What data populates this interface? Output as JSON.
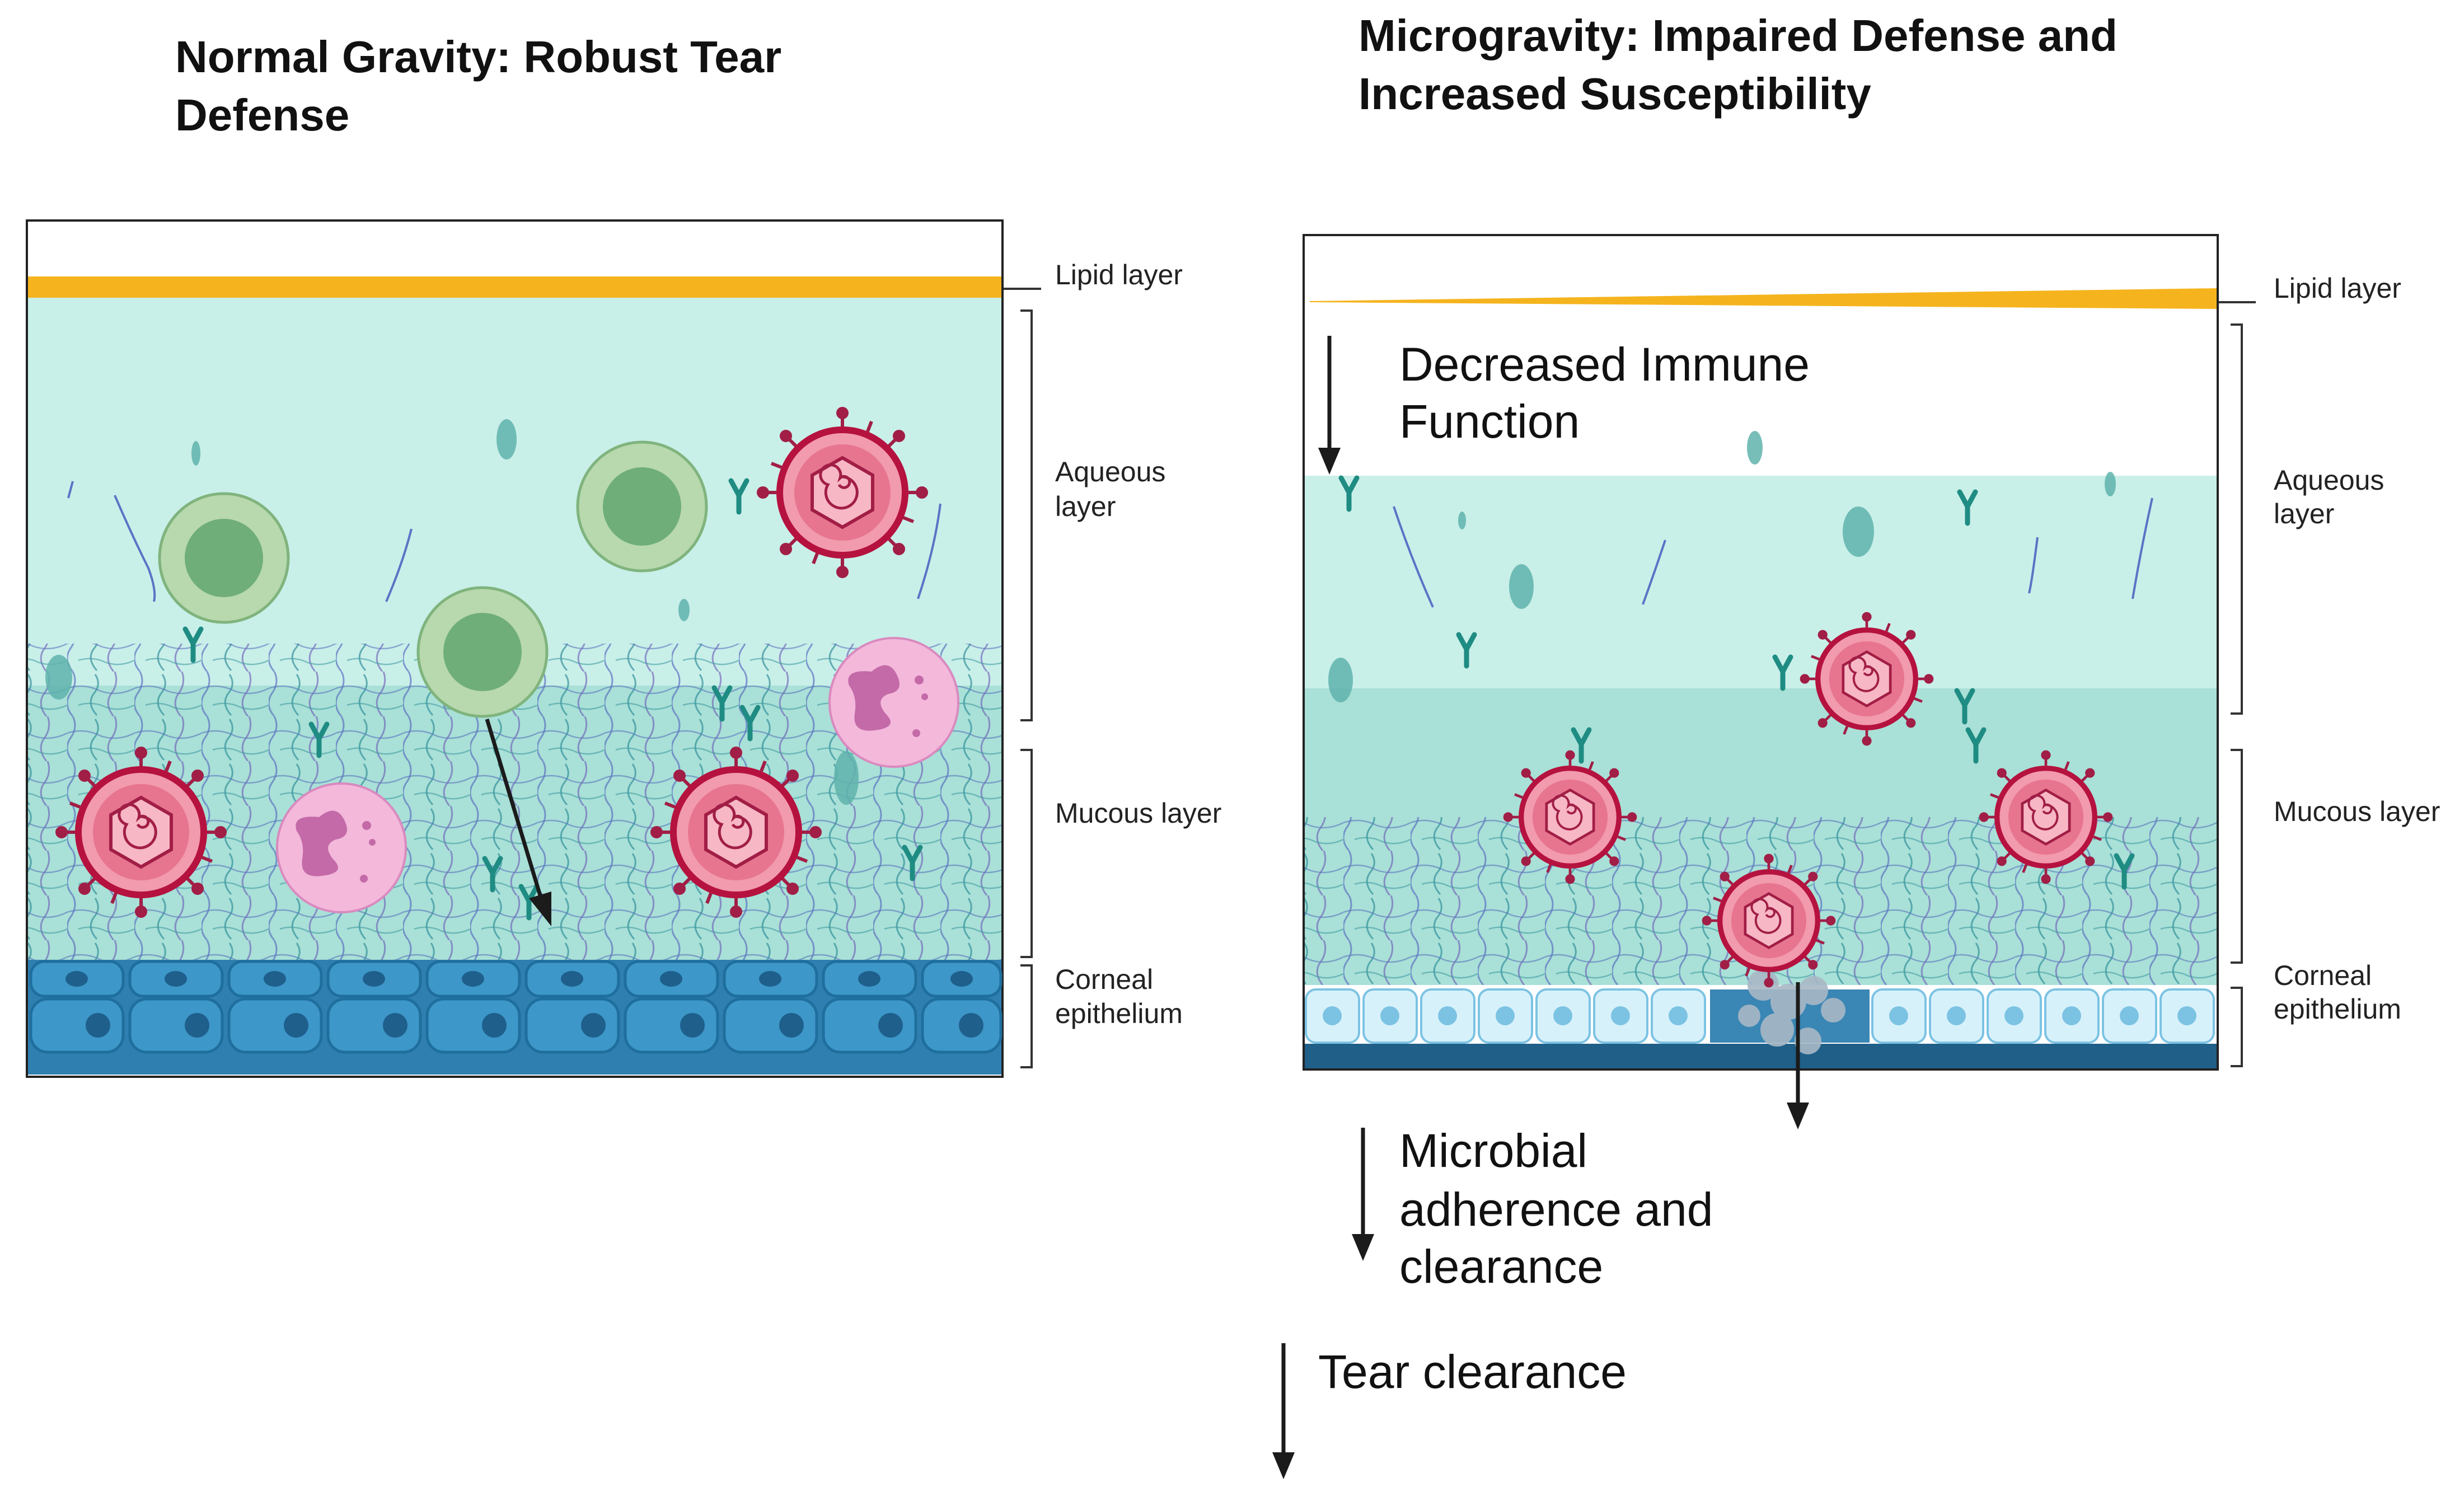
{
  "left_panel": {
    "title": "Normal Gravity: Robust Tear Defense",
    "labels": {
      "lipid": "Lipid layer",
      "aqueous_1": "Aqueous",
      "aqueous_2": "layer",
      "mucous": "Mucous layer",
      "corneal_1": "Corneal",
      "corneal_2": "epithelium"
    }
  },
  "right_panel": {
    "title": "Microgravity: Impaired Defense and Increased Susceptibility",
    "labels": {
      "lipid": "Lipid layer",
      "aqueous_1": "Aqueous",
      "aqueous_2": "layer",
      "mucous": "Mucous layer",
      "corneal_1": "Corneal",
      "corneal_2": "epithelium"
    },
    "effects": {
      "immune_1": "Decreased Immune",
      "immune_2": "Function",
      "adherence_1": "Microbial",
      "adherence_2": "adherence and",
      "adherence_3": "clearance",
      "tear": "Tear clearance"
    }
  },
  "colors": {
    "lipid": "#f5b41e",
    "aqueous": "#c9efe9",
    "mucous": "#a9e0d7",
    "epithelium": "#3d97c8",
    "epithelium_dark": "#1f6f9e",
    "microbe": "#e5728a",
    "microbe_spikes": "#a11e46",
    "immune_cell": "#a9cfa0",
    "neutrophil": "#f0a8cf"
  }
}
